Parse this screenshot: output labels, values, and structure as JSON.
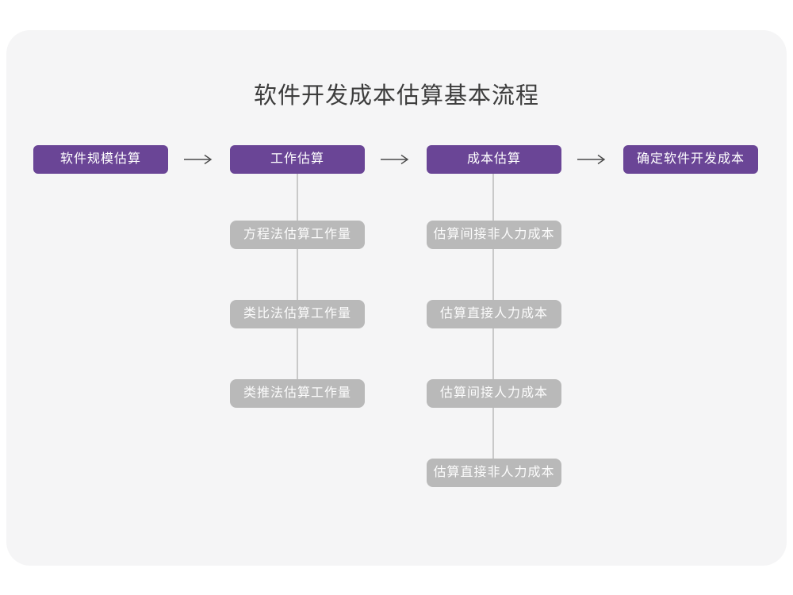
{
  "page": {
    "title": "软件开发成本估算基本流程"
  },
  "colors": {
    "panel_background": "#f5f5f6",
    "primary_purple": "#6a4596",
    "secondary_gray": "#b9b9b9",
    "connector_line": "#c9c9c9",
    "arrow": "#4a4a4a",
    "title_text": "#3d3d3d",
    "node_text": "#ffffff"
  },
  "icons": {
    "flow_arrow": "arrow-right"
  },
  "flow": {
    "main_steps": [
      {
        "label": "软件规模估算"
      },
      {
        "label": "工作估算"
      },
      {
        "label": "成本估算"
      },
      {
        "label": "确定软件开发成本"
      }
    ],
    "sub_steps": {
      "work_estimation": [
        "方程法估算工作量",
        "类比法估算工作量",
        "类推法估算工作量"
      ],
      "cost_estimation": [
        "估算间接非人力成本",
        "估算直接人力成本",
        "估算间接人力成本",
        "估算直接非人力成本"
      ]
    }
  }
}
